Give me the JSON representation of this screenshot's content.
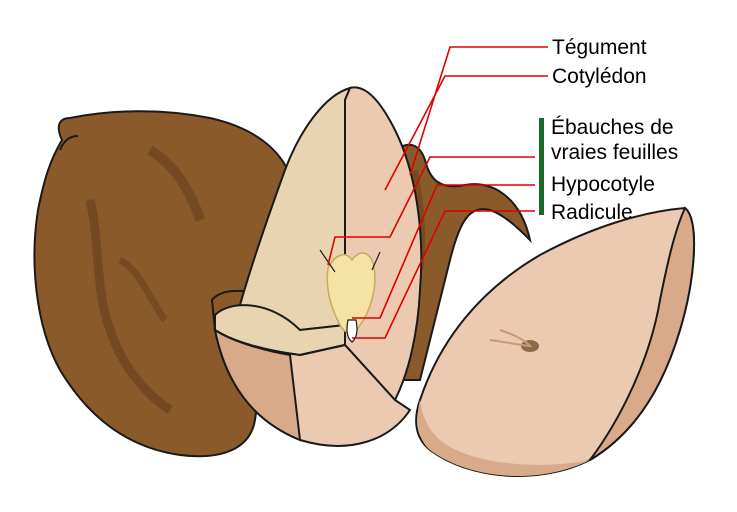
{
  "labels": {
    "tegument": "Tégument",
    "cotyledon": "Cotylédon",
    "ebauches_line1": "Ébauches de",
    "ebauches_line2": "vraies feuilles",
    "hypocotyle": "Hypocotyle",
    "radicule": "Radicule"
  },
  "colors": {
    "pointer_lines": "#e00000",
    "bracket": "#1a6b2a",
    "seed_coat": "#8b5a2b",
    "seed_coat_dark": "#6e4420",
    "cotyledon_light": "#e8d4b0",
    "cotyledon_pink": "#eccab2",
    "cotyledon_shadow": "#d9aa8a",
    "embryo": "#f5e3a6",
    "outline": "#1a1a1a"
  }
}
